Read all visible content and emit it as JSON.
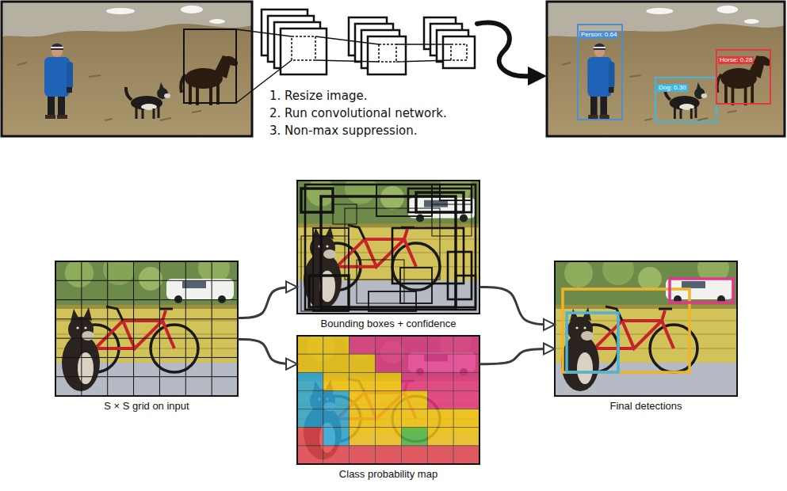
{
  "diagram": {
    "nodes": [
      {
        "text": [
          "Person: 0.64"
        ]
      },
      {
        "text": [
          "Dog: 0.30"
        ]
      },
      {
        "text": [
          "Horse: 0.28"
        ]
      },
      {
        "text": [
          "S × S grid on input"
        ]
      },
      {
        "text": [
          "Bounding boxes + confidence"
        ]
      },
      {
        "text": [
          "Class probability map"
        ]
      },
      {
        "text": [
          "Final detections"
        ]
      }
    ],
    "edges": [
      {
        "from": 3,
        "to": 4,
        "arrow": "to"
      },
      {
        "from": 3,
        "to": 5,
        "arrow": "to"
      },
      {
        "from": 4,
        "to": 6,
        "arrow": "to"
      },
      {
        "from": 5,
        "to": 6,
        "arrow": "to"
      }
    ],
    "labels": [
      "1. Resize image.",
      "2. Run convolutional network.",
      "3. Non-max suppression."
    ]
  }
}
